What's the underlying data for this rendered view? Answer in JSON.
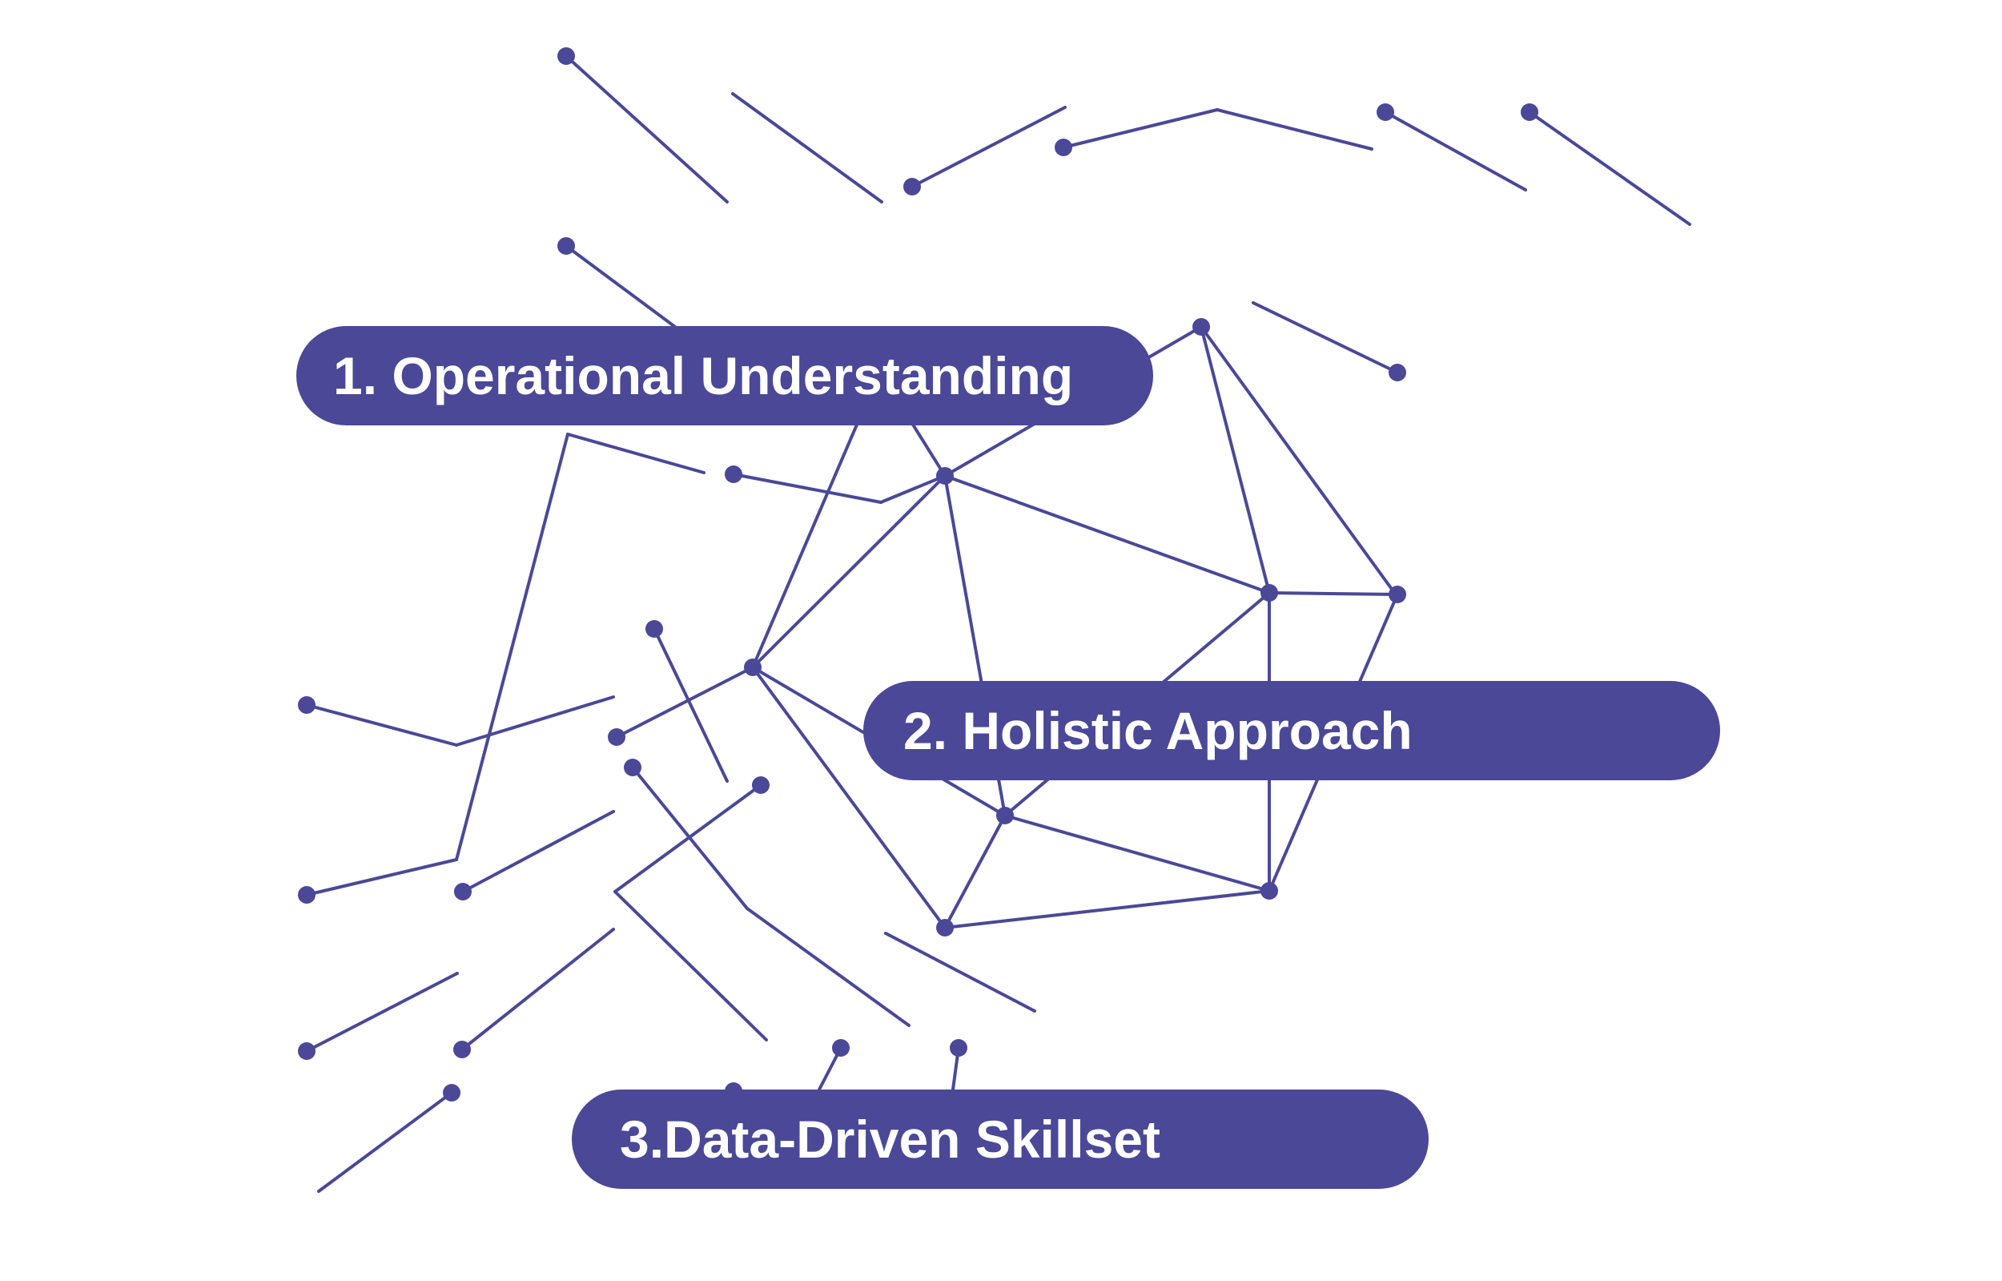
{
  "diagram": {
    "colors": {
      "primary": "#4a4897",
      "label_text": "#ffffff",
      "background": "#ffffff"
    },
    "labels": [
      {
        "id": "operational-understanding",
        "text": "1. Operational Understanding"
      },
      {
        "id": "holistic-approach",
        "text": "2. Holistic Approach"
      },
      {
        "id": "data-driven-skillset",
        "text": "3.Data-Driven Skillset"
      }
    ]
  }
}
